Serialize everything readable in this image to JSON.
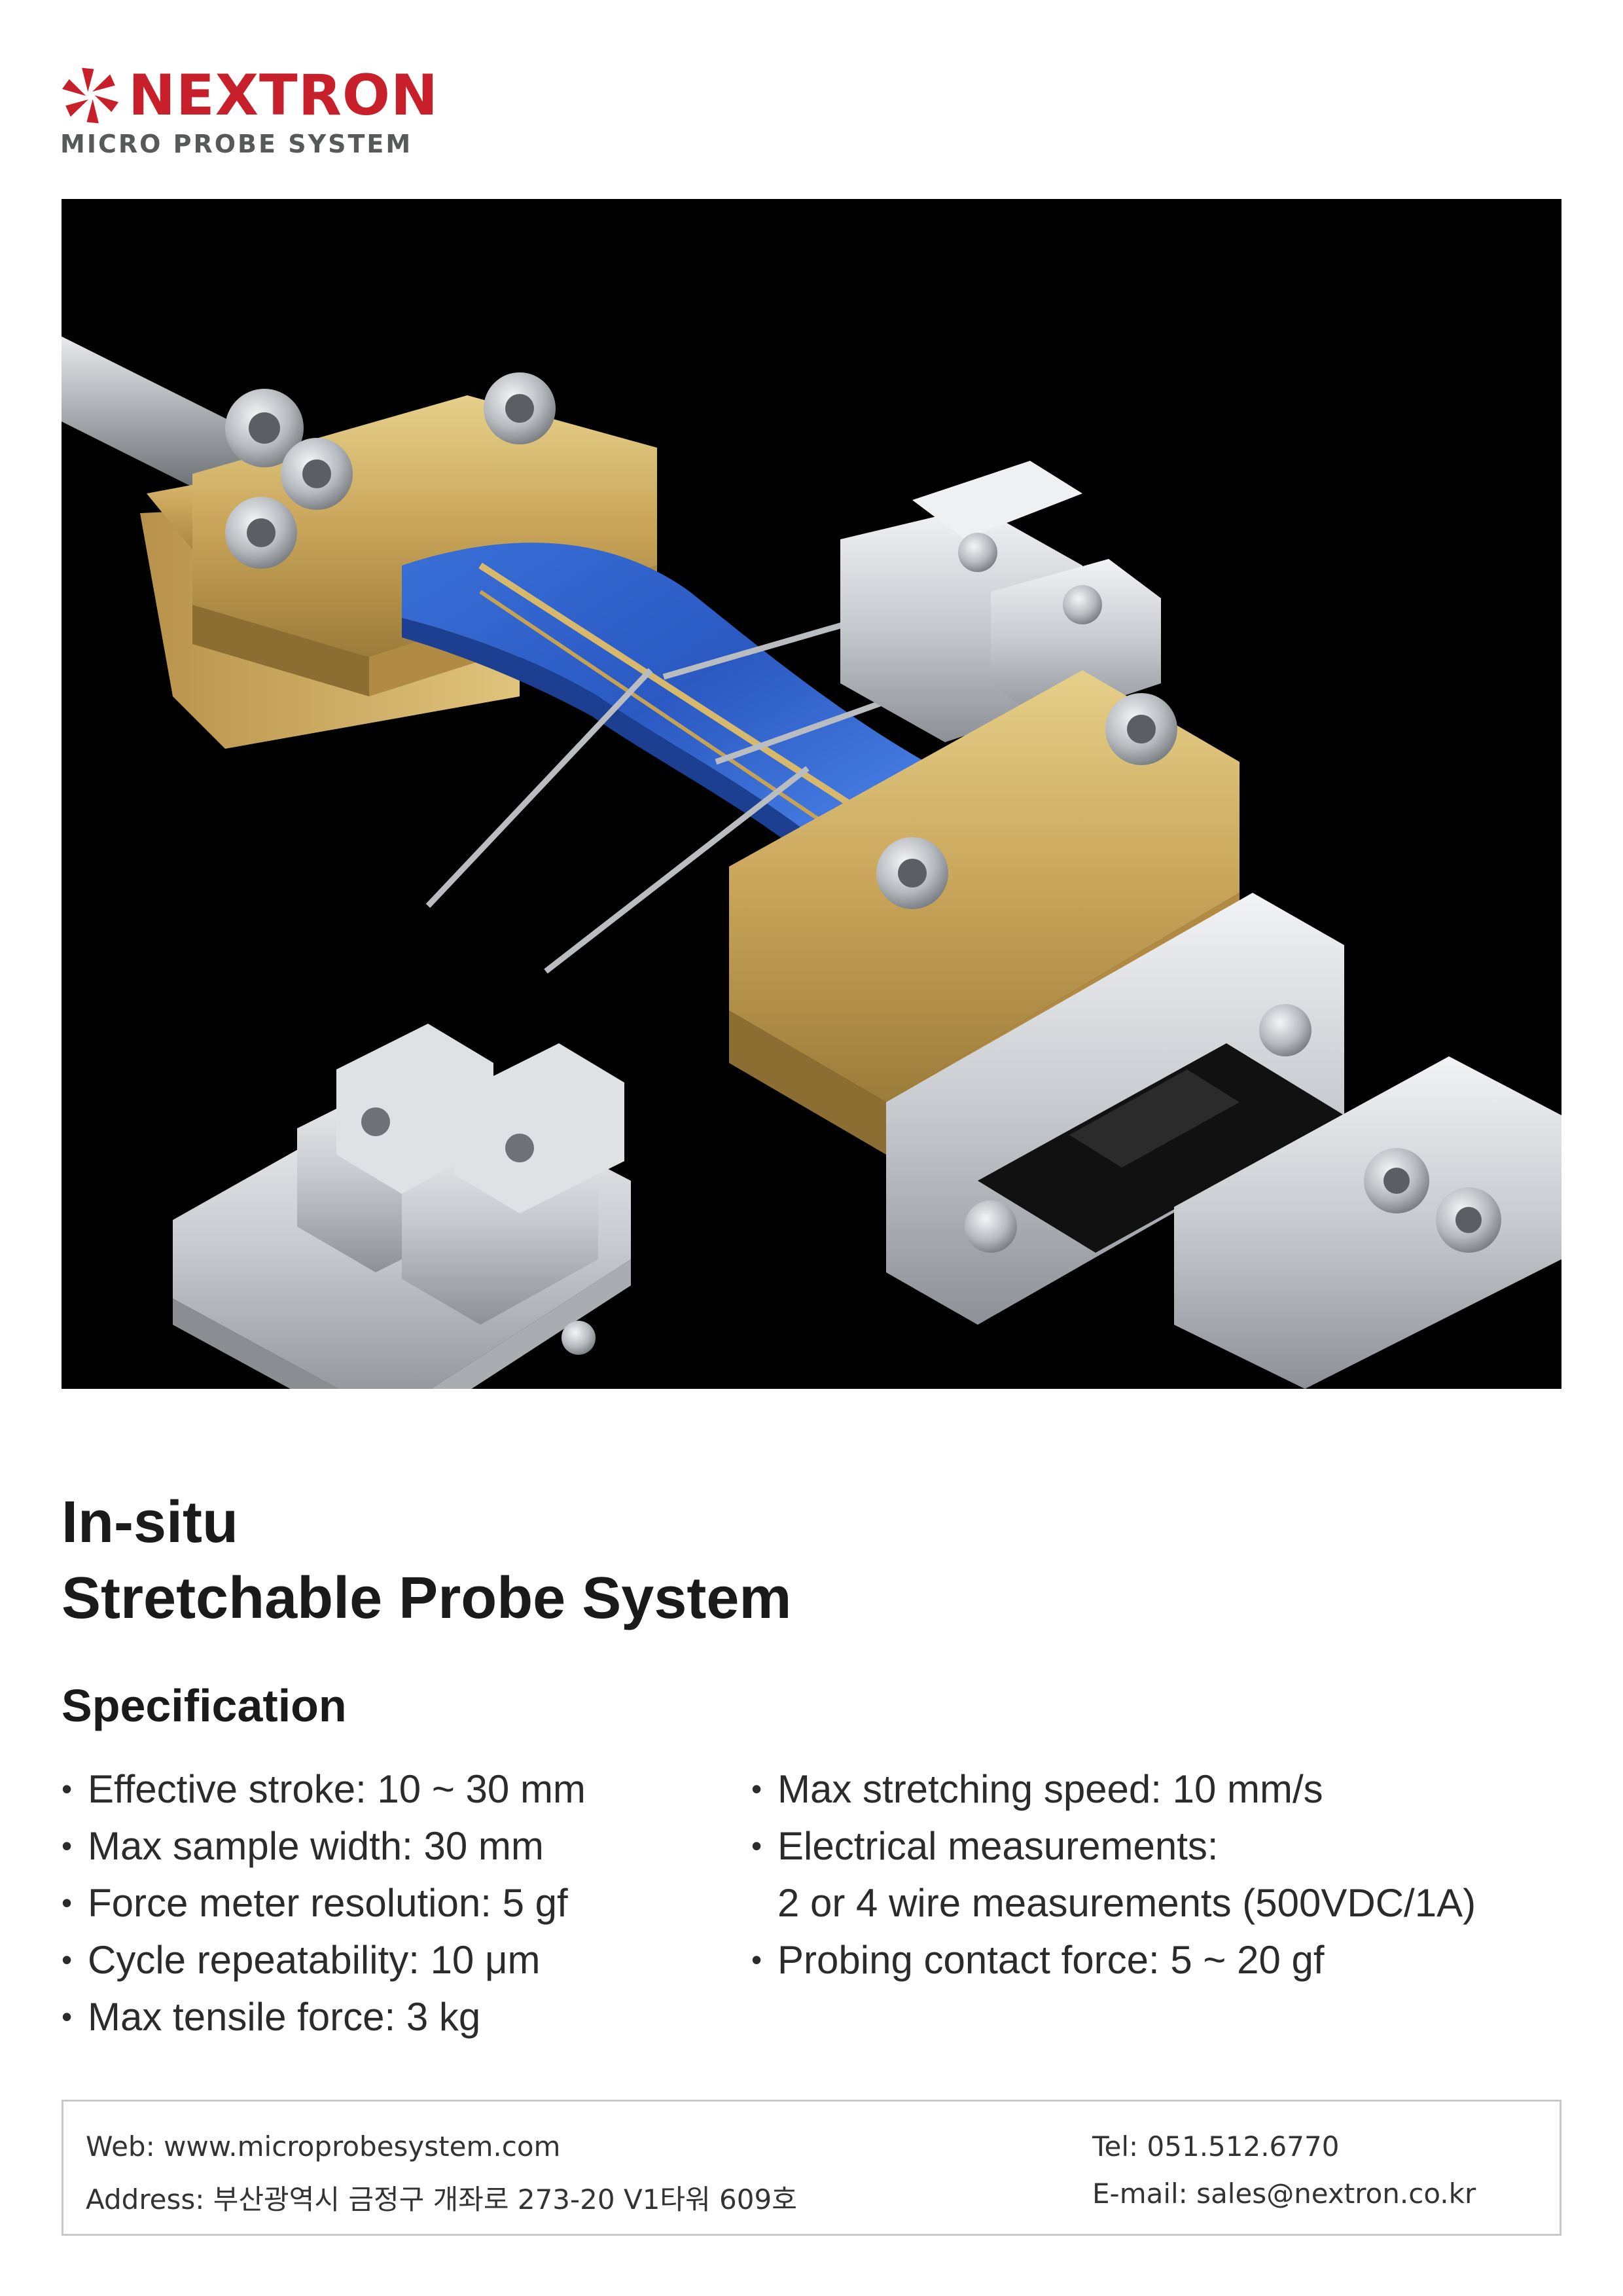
{
  "brand": {
    "name": "NEXTRON",
    "tagline": "MICRO PROBE SYSTEM",
    "color": "#c8202a",
    "tagline_color": "#58595b"
  },
  "hero": {
    "icon": "product-render-illustration",
    "background": "#000000"
  },
  "title": {
    "line1": "In-situ",
    "line2": "Stretchable Probe System"
  },
  "spec": {
    "heading": "Specification",
    "bullet": "•",
    "left": [
      "Effective stroke: 10 ~ 30 mm",
      "Max sample width: 30 mm",
      "Force meter resolution: 5 gf",
      "Cycle repeatability: 10 μm",
      "Max tensile force: 3 kg"
    ],
    "right": [
      "Max stretching speed: 10 mm/s",
      "Electrical measurements:",
      "2 or 4 wire measurements (500VDC/1A)",
      "Probing contact force: 5 ~ 20 gf"
    ]
  },
  "footer": {
    "web": "Web: www.microprobesystem.com",
    "address": "Address: 부산광역시 금정구 개좌로 273-20 V1타워 609호",
    "tel": "Tel: 051.512.6770",
    "email": "E-mail: sales@nextron.co.kr"
  }
}
